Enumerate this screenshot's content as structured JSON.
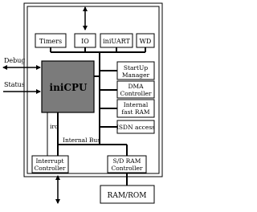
{
  "diagram": {
    "peripherals": {
      "timers": "Timers",
      "io": "IO",
      "uart": "iniUART",
      "wd": "WD"
    },
    "cpu": {
      "label": "iniCPU",
      "fill": "#7b7b7b",
      "text_color": "#ffffff"
    },
    "side_blocks": {
      "startup": [
        "StartUp",
        "Manager"
      ],
      "dma": [
        "DMA",
        "Controller"
      ],
      "fast_ram": [
        "Internal",
        "fast RAM"
      ],
      "isdn": "ISDN access"
    },
    "bottom_blocks": {
      "interrupt": [
        "Interrupt",
        "Controller"
      ],
      "sdram": [
        "S/D RAM",
        "Controller"
      ]
    },
    "external": {
      "ram_rom": "RAM/ROM"
    },
    "signals": {
      "debug": "Debug",
      "status": "Status",
      "irq": "irq",
      "internal_bus": "Internal Bus"
    }
  }
}
